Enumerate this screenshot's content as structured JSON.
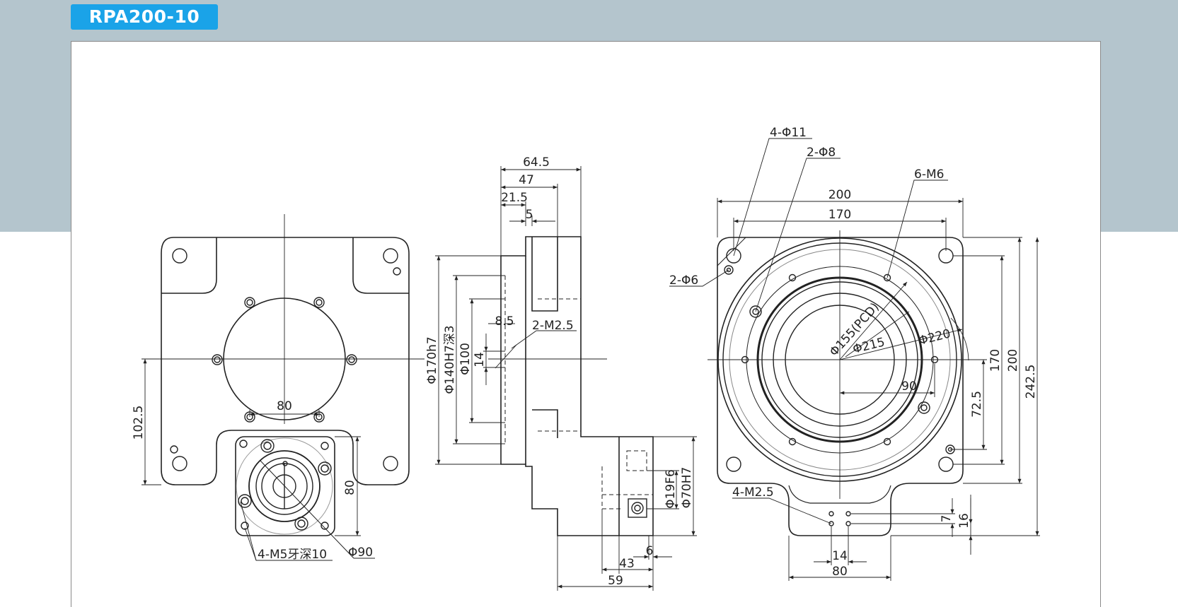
{
  "header": {
    "model": "RPA200-10"
  },
  "colors": {
    "band": "#b4c5cd",
    "tab": "#1aa3e8",
    "line": "#222222"
  },
  "dims": {
    "front": {
      "d80": "80",
      "d102_5": "102.5",
      "d80v": "80",
      "m5": "4-M5牙深10",
      "phi90": "Φ90"
    },
    "side": {
      "d64_5": "64.5",
      "d47": "47",
      "d21_5": "21.5",
      "d5": "5",
      "d8_5": "8.5",
      "m2_5": "2-M2.5",
      "phi170": "Φ170h7",
      "phi140": "Φ140H7深3",
      "phi100": "Φ100",
      "d14": "14",
      "phi19": "Φ19F6",
      "phi70": "Φ70H7",
      "d6": "6",
      "d43": "43",
      "d59": "59"
    },
    "rear": {
      "phi11": "4-Φ11",
      "phi8": "2-Φ8",
      "m6": "6-M6",
      "d200": "200",
      "d170": "170",
      "phi6": "2-Φ6",
      "pcd": "Φ155(PCD)",
      "phi215": "Φ215",
      "phi220": "Φ220",
      "d90": "90",
      "d72_5": "72.5",
      "d170v": "170",
      "d200v": "200",
      "d242_5": "242.5",
      "m2_5": "4-M2.5",
      "d7": "7",
      "d16": "16",
      "d14": "14",
      "d80": "80"
    }
  }
}
